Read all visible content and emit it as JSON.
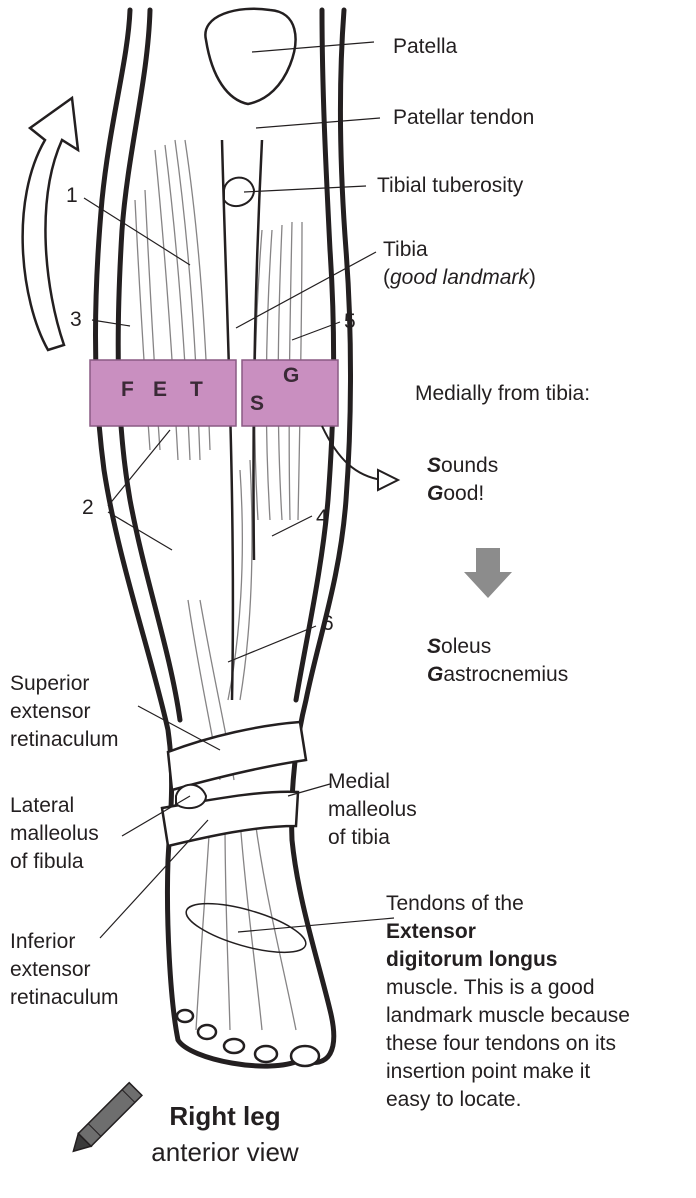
{
  "labels": {
    "patella": "Patella",
    "patellar_tendon": "Patellar tendon",
    "tibial_tuberosity": "Tibial tuberosity",
    "tibia_line1": "Tibia",
    "tibia_line2_open": "(",
    "tibia_line2_italic": "good landmark",
    "tibia_line2_close": ")",
    "medially": "Medially from tibia:",
    "sounds_initial": "S",
    "sounds_rest": "ounds",
    "good_initial": "G",
    "good_rest": "ood!",
    "soleus_initial": "S",
    "soleus_rest": "oleus",
    "gastro_initial": "G",
    "gastro_rest": "astrocnemius",
    "superior_1": "Superior",
    "superior_2": "extensor",
    "superior_3": "retinaculum",
    "lateral_1": "Lateral",
    "lateral_2": "malleolus",
    "lateral_3": "of fibula",
    "inferior_1": "Inferior",
    "inferior_2": "extensor",
    "inferior_3": "retinaculum",
    "medial_1": "Medial",
    "medial_2": "malleolus",
    "medial_3": "of tibia",
    "tendons_1": "Tendons of the",
    "tendons_2": "Extensor",
    "tendons_3": "digitorum longus",
    "tendons_4": "muscle. This is a good",
    "tendons_5": "landmark muscle because",
    "tendons_6": "these four tendons on its",
    "tendons_7": "insertion point make it",
    "tendons_8": "easy to locate.",
    "title_bold": "Right leg",
    "title_sub": "anterior view"
  },
  "numbers": {
    "n1": "1",
    "n2": "2",
    "n3": "3",
    "n4": "4",
    "n5": "5",
    "n6": "6"
  },
  "band_letters": {
    "f": "F",
    "e": "E",
    "t": "T",
    "g": "G",
    "s": "S"
  },
  "colors": {
    "band": "#c98fc0",
    "band_stroke": "#8a5a84",
    "arrow_gray": "#8c8c8c",
    "ink": "#231f20"
  },
  "icons": [
    "curved-arrow-icon",
    "down-arrow-icon",
    "crayon-icon"
  ]
}
